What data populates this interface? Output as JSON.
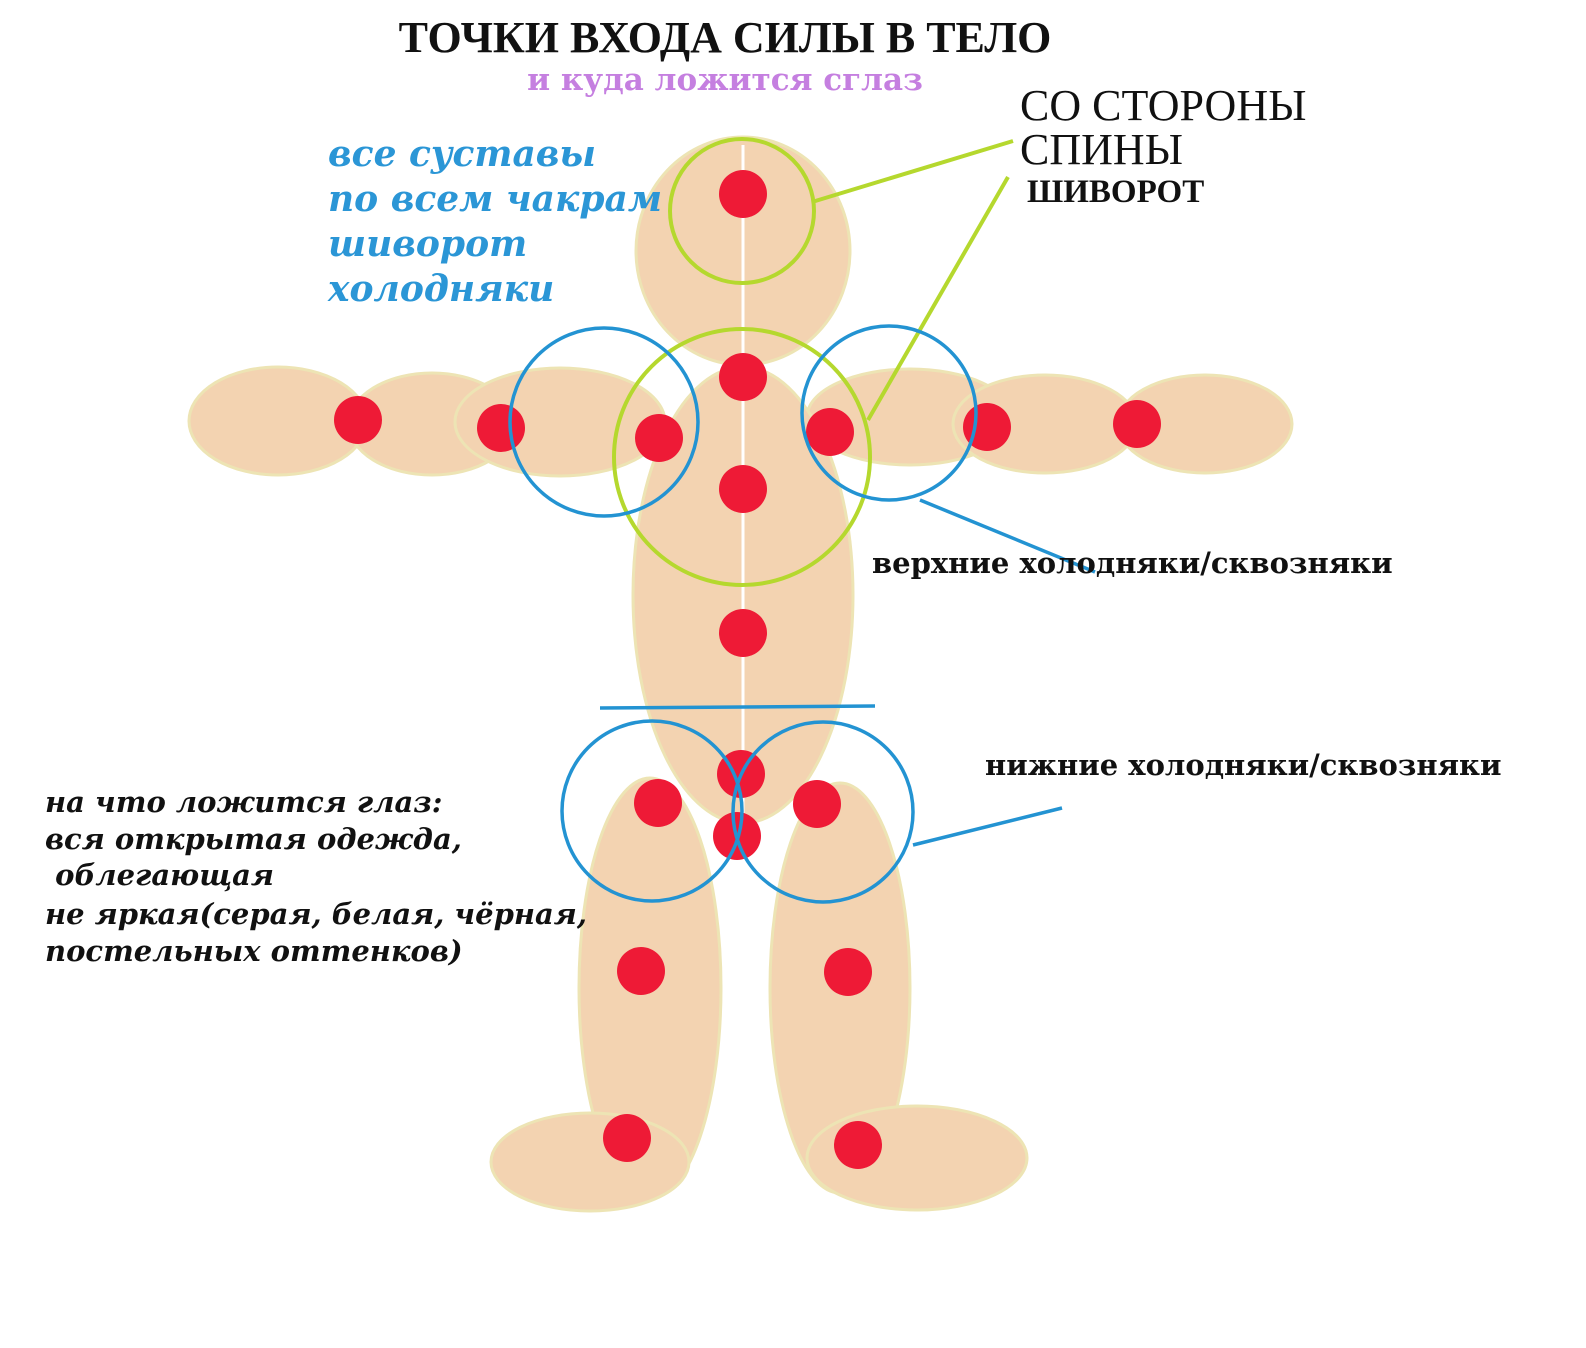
{
  "title": "ТОЧКИ ВХОДА СИЛЫ В ТЕЛО",
  "subtitle": "и куда ложится сглаз",
  "back_side": {
    "line1": "СО СТОРОНЫ",
    "line2": "СПИНЫ",
    "line3": "ШИВОРОТ"
  },
  "entry_points_list": [
    "все суставы",
    "по всем чакрам",
    "шиворот",
    "холодняки"
  ],
  "upper_drafts_label": "верхние холодняки/сквозняки",
  "lower_drafts_label": "нижние холодняки/сквозняки",
  "evil_eye_text": [
    "на что ложится глаз:",
    "вся открытая одежда,",
    " облегающая",
    "не яркая(серая, белая, чёрная,",
    "постельных оттенков)"
  ],
  "colors": {
    "body": "#f3d3b1",
    "body_outline": "#ede4b4",
    "point": "#ee1a36",
    "green_circle": "#b5d82e",
    "blue_circle": "#2393d2",
    "blue_text": "#2b96d6",
    "subtitle": "#c57fe0",
    "center_line": "#ffffff"
  }
}
